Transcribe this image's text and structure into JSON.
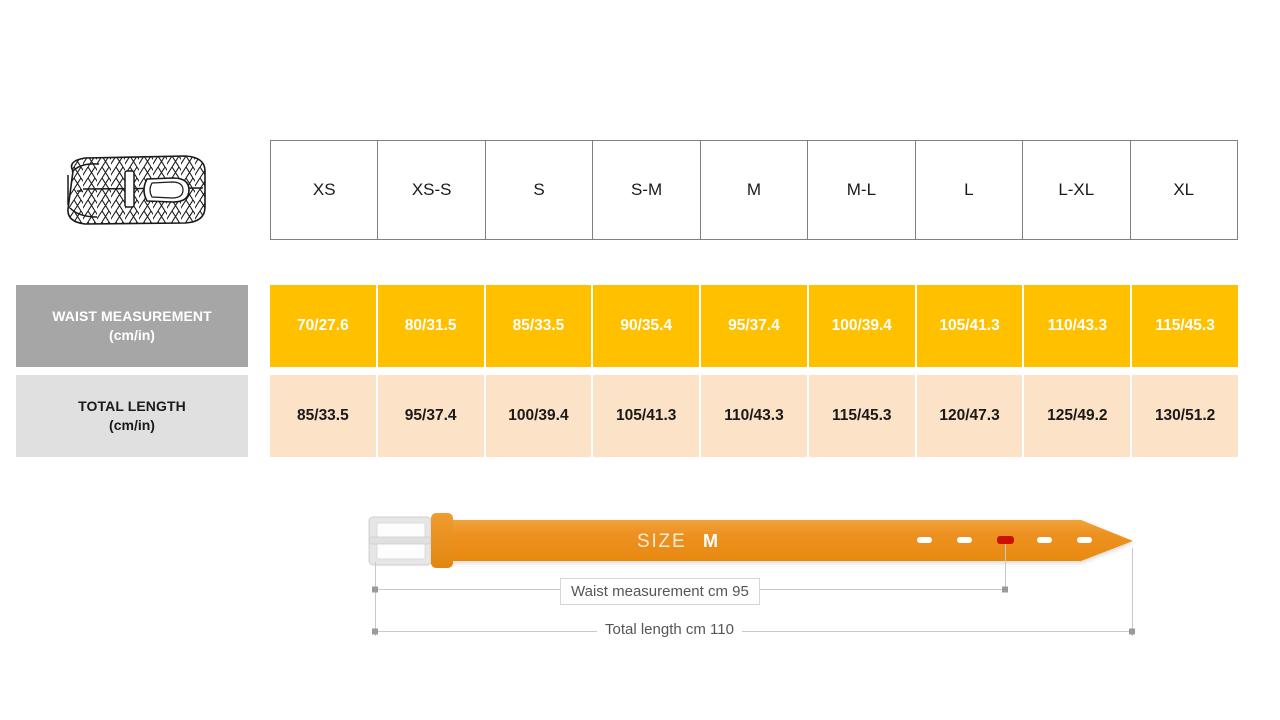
{
  "illustration": {
    "icon": "braided-belt-illustration"
  },
  "size_table": {
    "sizes": [
      "XS",
      "XS-S",
      "S",
      "S-M",
      "M",
      "M-L",
      "L",
      "L-XL",
      "XL"
    ]
  },
  "rows": [
    {
      "key": "waist",
      "title": "WAIST MEASUREMENT",
      "unit": "(cm/in)",
      "label_bg": "#a6a6a6",
      "label_color": "#ffffff",
      "cell_bg": "#ffc000",
      "cell_color": "#ffffff",
      "values": [
        "70/27.6",
        "80/31.5",
        "85/33.5",
        "90/35.4",
        "95/37.4",
        "100/39.4",
        "105/41.3",
        "110/43.3",
        "115/45.3"
      ]
    },
    {
      "key": "length",
      "title": "TOTAL LENGTH",
      "unit": "(cm/in)",
      "label_bg": "#e0e0e0",
      "label_color": "#1a1a1a",
      "cell_bg": "#fce2c6",
      "cell_color": "#1a1a1a",
      "values": [
        "85/33.5",
        "95/37.4",
        "100/39.4",
        "105/41.3",
        "110/43.3",
        "115/45.3",
        "120/47.3",
        "125/49.2",
        "130/51.2"
      ]
    }
  ],
  "diagram": {
    "size_prefix": "SIZE",
    "size_value": "M",
    "waist_dim_label": "Waist measurement cm 95",
    "length_dim_label": "Total length cm 110",
    "belt_color": "#ed9121",
    "belt_loop_color": "#e8902a",
    "buckle_color": "#d9d9d9",
    "highlighted_hole_color": "#cc1100",
    "hole_color": "#ffffff",
    "hole_count": 5,
    "highlighted_hole_index": 2
  }
}
